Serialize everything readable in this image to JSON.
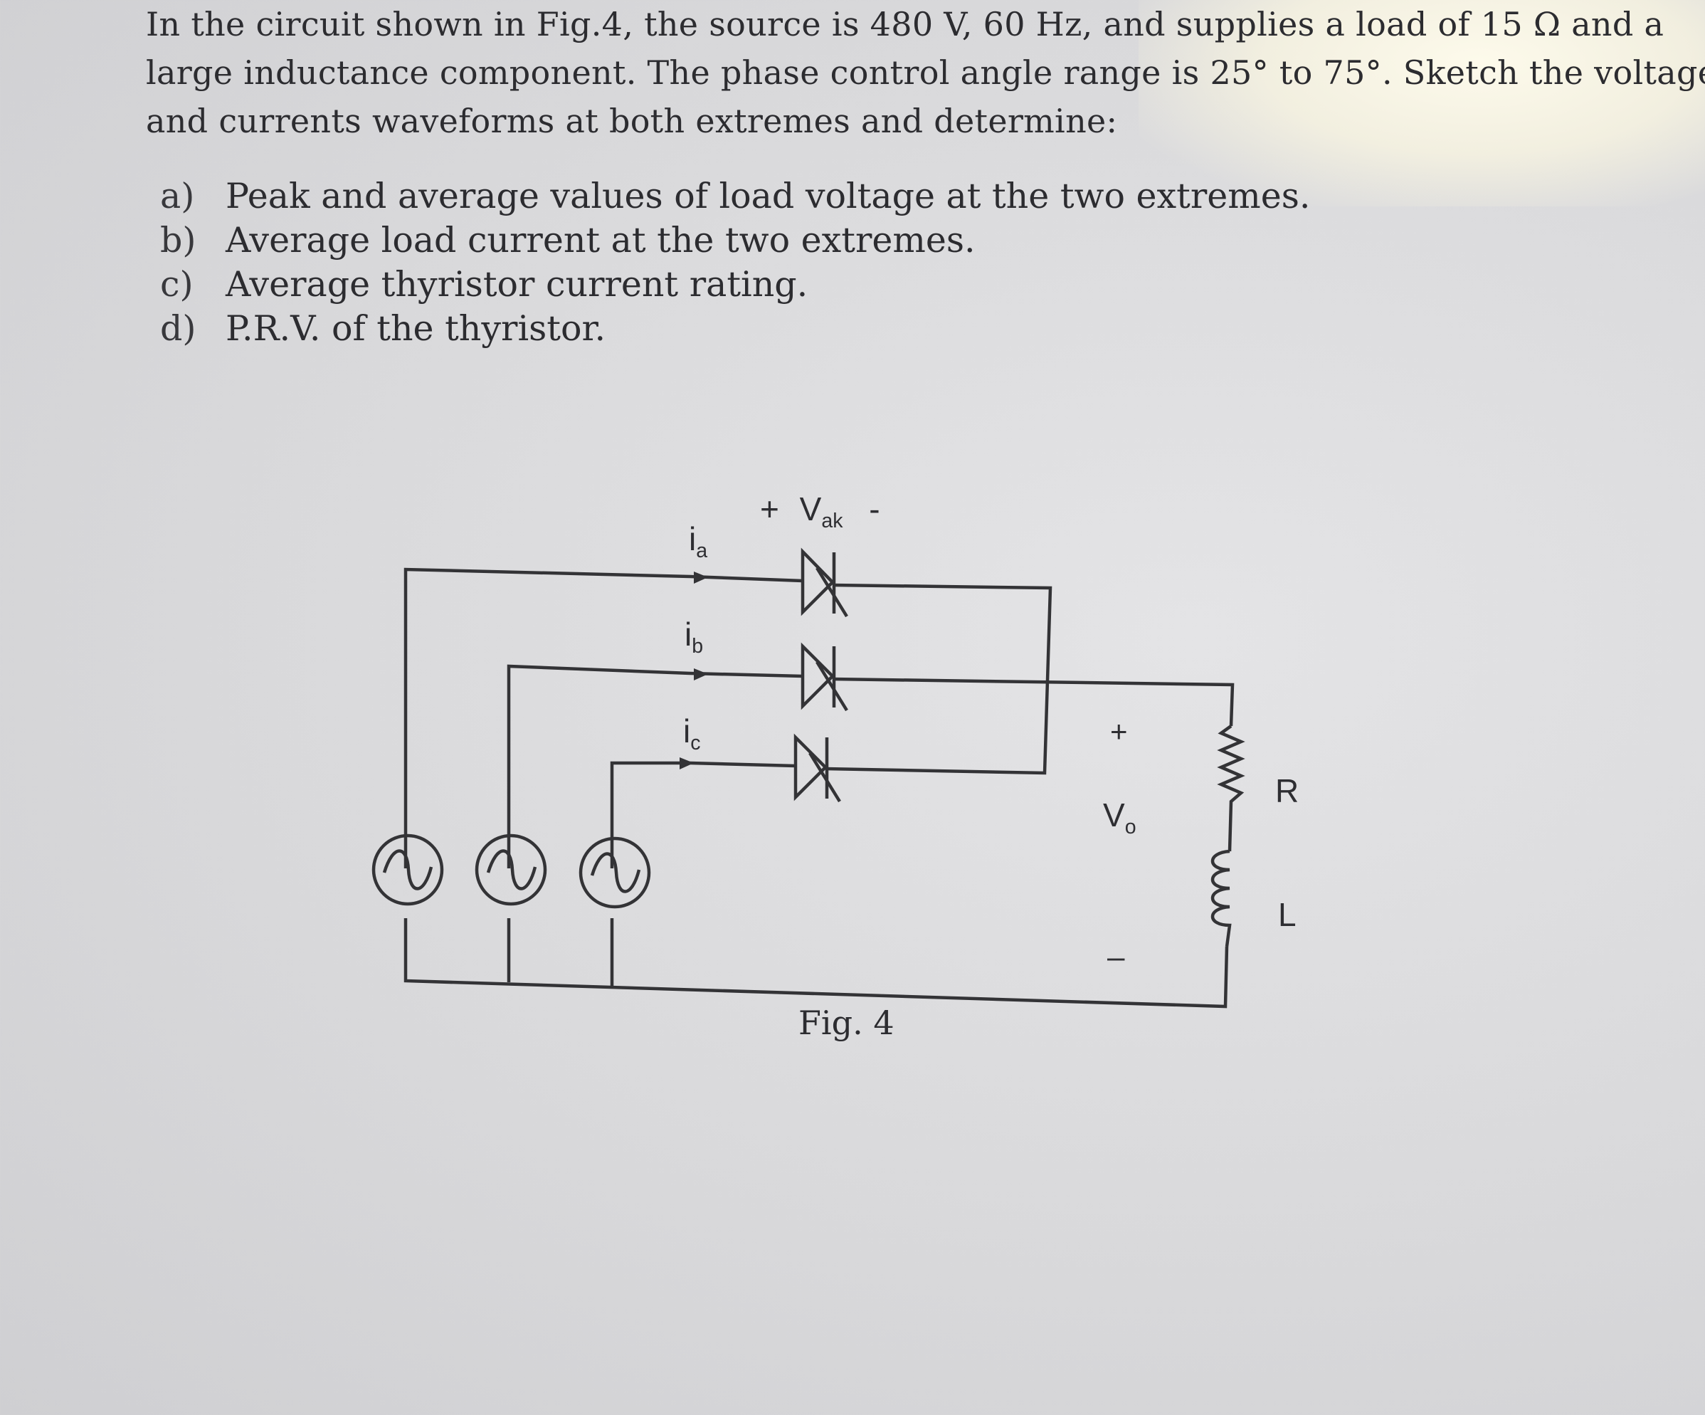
{
  "problem": {
    "intro_lines": [
      "In the circuit shown in Fig.4, the source is 480 V, 60 Hz, and supplies a load of 15 Ω and a",
      "large inductance component. The phase control angle range is 25° to 75°. Sketch the voltages",
      "and currents waveforms at both extremes and determine:"
    ],
    "items": [
      {
        "marker": "a)",
        "text": "Peak and average values of load voltage at the two extremes."
      },
      {
        "marker": "b)",
        "text": "Average load current at the two extremes."
      },
      {
        "marker": "c)",
        "text": "Average thyristor current rating."
      },
      {
        "marker": "d)",
        "text": "P.R.V. of the thyristor."
      }
    ]
  },
  "figure": {
    "caption": "Fig. 4",
    "vak_plus": "+",
    "vak_main": "V",
    "vak_sub": "ak",
    "vak_minus": "-",
    "ia_main": "i",
    "ia_sub": "a",
    "ib_main": "i",
    "ib_sub": "b",
    "ic_main": "i",
    "ic_sub": "c",
    "vo_plus": "+",
    "vo_main": "V",
    "vo_sub": "o",
    "vo_minus": "–",
    "r_label": "R",
    "l_label": "L"
  }
}
